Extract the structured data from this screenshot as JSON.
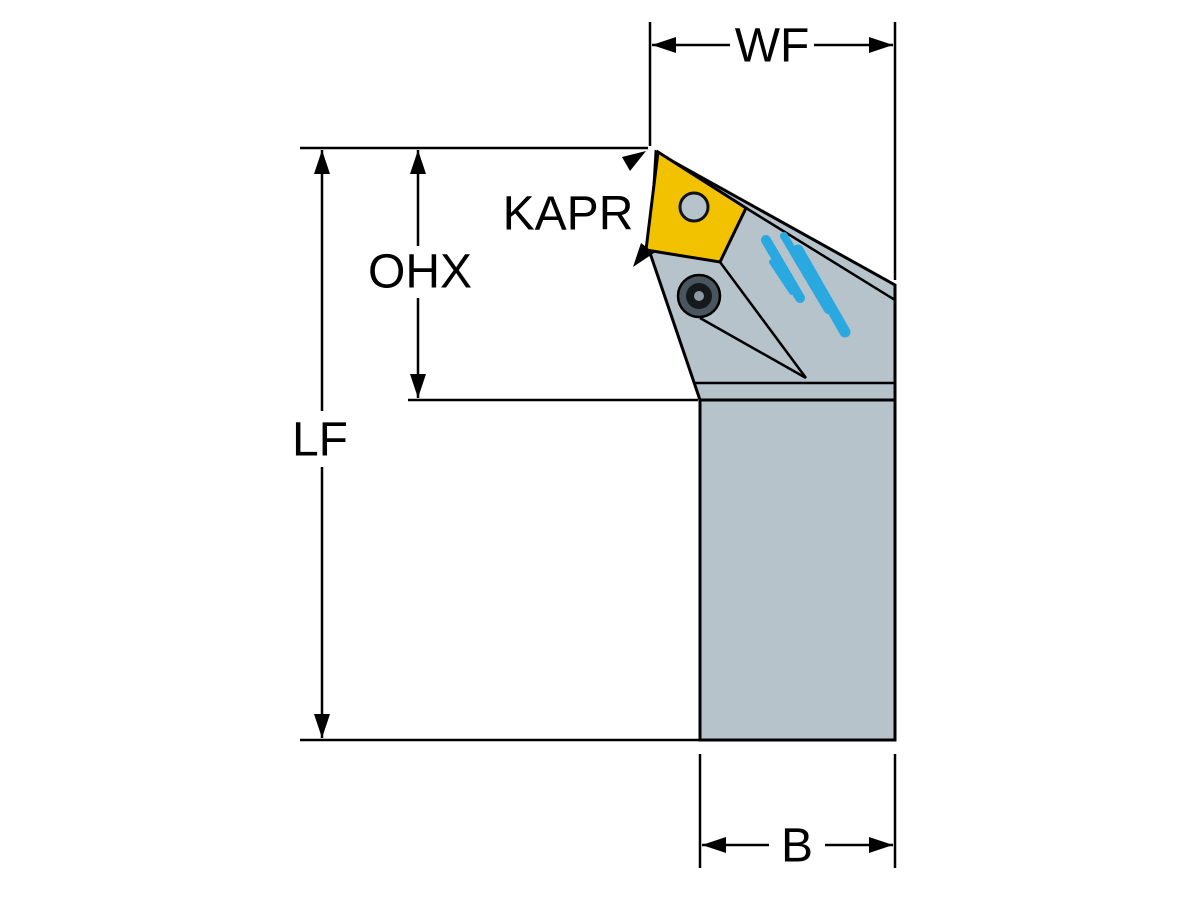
{
  "diagram": {
    "labels": {
      "wf": "WF",
      "kapr": "KAPR",
      "ohx": "OHX",
      "lf": "LF",
      "b": "B"
    },
    "colors": {
      "background": "#ffffff",
      "line": "#000000",
      "body": "#b7c3cb",
      "insert": "#f2c200",
      "hole": "#b7c3cb",
      "coolant": "#2aa9e1",
      "clamp_outer": "#4a565e",
      "clamp_inner": "#15191c",
      "clamp_center": "#8d9aa3"
    }
  }
}
